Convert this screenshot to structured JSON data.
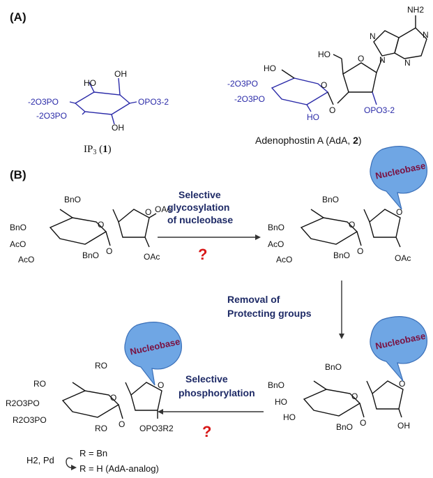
{
  "panels": {
    "a": "(A)",
    "b": "(B)"
  },
  "compounds": {
    "ip3_name_prefix": "IP",
    "ip3_sub": "3",
    "ip3_num_open": " (",
    "ip3_num": "1",
    "ip3_num_close": ")",
    "adenophostin_prefix": "Adenophostin A (AdA, ",
    "adenophostin_num": "2",
    "adenophostin_close": ")"
  },
  "groups": {
    "phosphate_left": "-2O3PO",
    "phosphate_right": "OPO3-2",
    "oh": "OH",
    "ho": "HO",
    "nh2": "NH2",
    "n": "N",
    "bno": "BnO",
    "aco": "AcO",
    "oac": "OAc",
    "ro": "RO",
    "r2o3po": "R2O3PO",
    "opo3r2": "OPO3R2",
    "o": "O"
  },
  "steps": {
    "step1_line1": "Selective",
    "step1_line2": "glycosylation",
    "step1_line3": "of nucleobase",
    "step2_line1": "Removal of",
    "step2_line2": "Protecting groups",
    "step3_line1": "Selective",
    "step3_line2": "phosphorylation",
    "question": "?"
  },
  "nucleobase": "Nucleobase",
  "legend": {
    "reagent": "H2, Pd",
    "r_bn": "R = Bn",
    "r_h": "R = H (AdA-analog)"
  },
  "colors": {
    "phosphate": "#2a2aa8",
    "question": "#d81818",
    "step_text": "#1e2a66",
    "bubble": "#6fa6e4",
    "nucleobase_text": "#7a1040"
  }
}
